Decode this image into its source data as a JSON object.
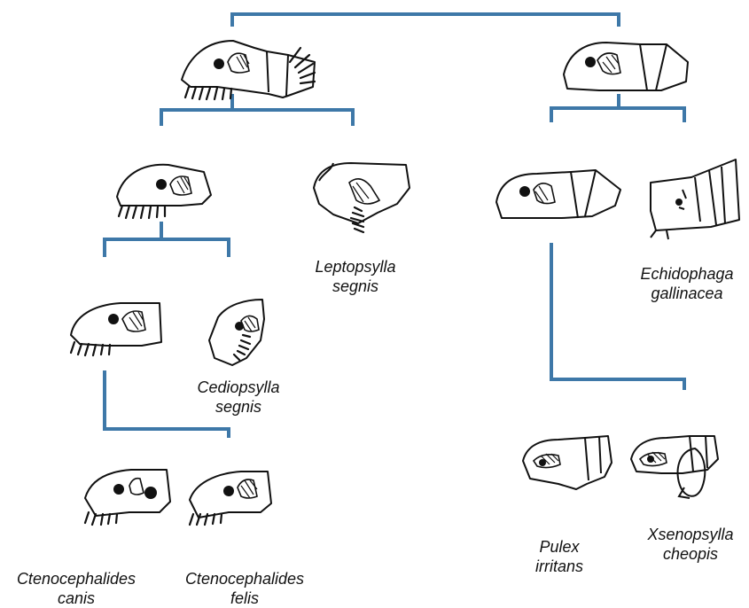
{
  "species": {
    "leptopsylla": {
      "genus": "Leptopsylla",
      "epithet": "segnis"
    },
    "echidophaga": {
      "genus": "Echidophaga",
      "epithet": "gallinacea"
    },
    "cediopsylla": {
      "genus": "Cediopsylla",
      "epithet": "segnis"
    },
    "pulex": {
      "genus": "Pulex",
      "epithet": "irritans"
    },
    "xsenopsylla": {
      "genus": "Xsenopsylla",
      "epithet": "cheopis"
    },
    "ct_canis": {
      "genus": "Ctenocephalides",
      "epithet": "canis"
    },
    "ct_felis": {
      "genus": "Ctenocephalides",
      "epithet": "felis"
    }
  },
  "colors": {
    "branch": "#3e78a8",
    "ink": "#111111"
  }
}
